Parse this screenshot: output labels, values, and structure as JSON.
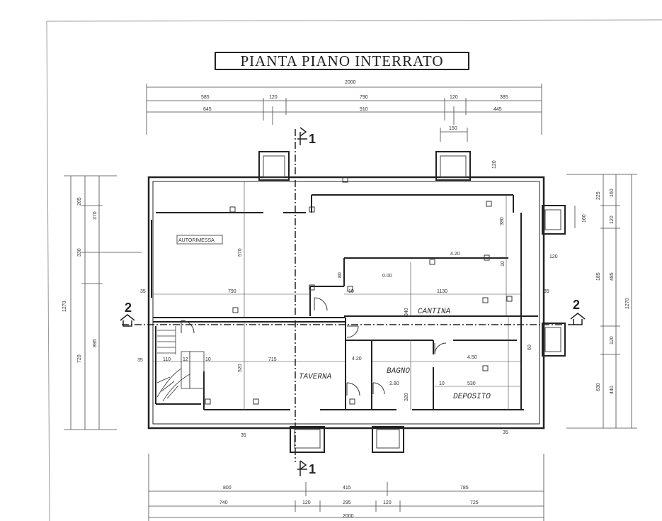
{
  "title": "PIANTA PIANO INTERRATO",
  "sections": {
    "s1": "1",
    "s2": "2"
  },
  "rooms": {
    "autorimessa": "AUTORIMESSA",
    "cantina": "CANTINA",
    "taverna": "TAVERNA",
    "bagno": "BAGNO",
    "deposito": "DEPOSITO"
  },
  "room_levels": {
    "l420a": "4.20",
    "l420b": "4.20",
    "l450": "4.50",
    "l280": "2.80",
    "l000": "0.00"
  },
  "dims": {
    "top_total": "2000",
    "top_a": [
      "585",
      "120",
      "790",
      "120",
      "385"
    ],
    "top_b": [
      "645",
      "910",
      "445"
    ],
    "top_box": "150",
    "bottom_a": [
      "800",
      "415",
      "785"
    ],
    "bottom_b": [
      "740",
      "120",
      "295",
      "120",
      "725"
    ],
    "bottom_total": "2000",
    "left_a": [
      "205",
      "330",
      "720"
    ],
    "left_b": [
      "370",
      "895"
    ],
    "left_total": "1270",
    "right_a": [
      "225",
      "160",
      "120",
      "485",
      "120",
      "440"
    ],
    "right_b": [
      "185",
      "630",
      "380"
    ],
    "right_total": "1270",
    "right_box": [
      "160",
      "120"
    ],
    "inner": {
      "d790": "790",
      "d1130": "1130",
      "d715": "715",
      "d530": "530",
      "d570": "570",
      "d520": "520",
      "d340": "340",
      "d320": "320",
      "d380": "380",
      "d120": "120",
      "d80": "80",
      "d35": "35",
      "d10": "10",
      "d110": "110",
      "d12": "12",
      "d60": "60"
    }
  }
}
